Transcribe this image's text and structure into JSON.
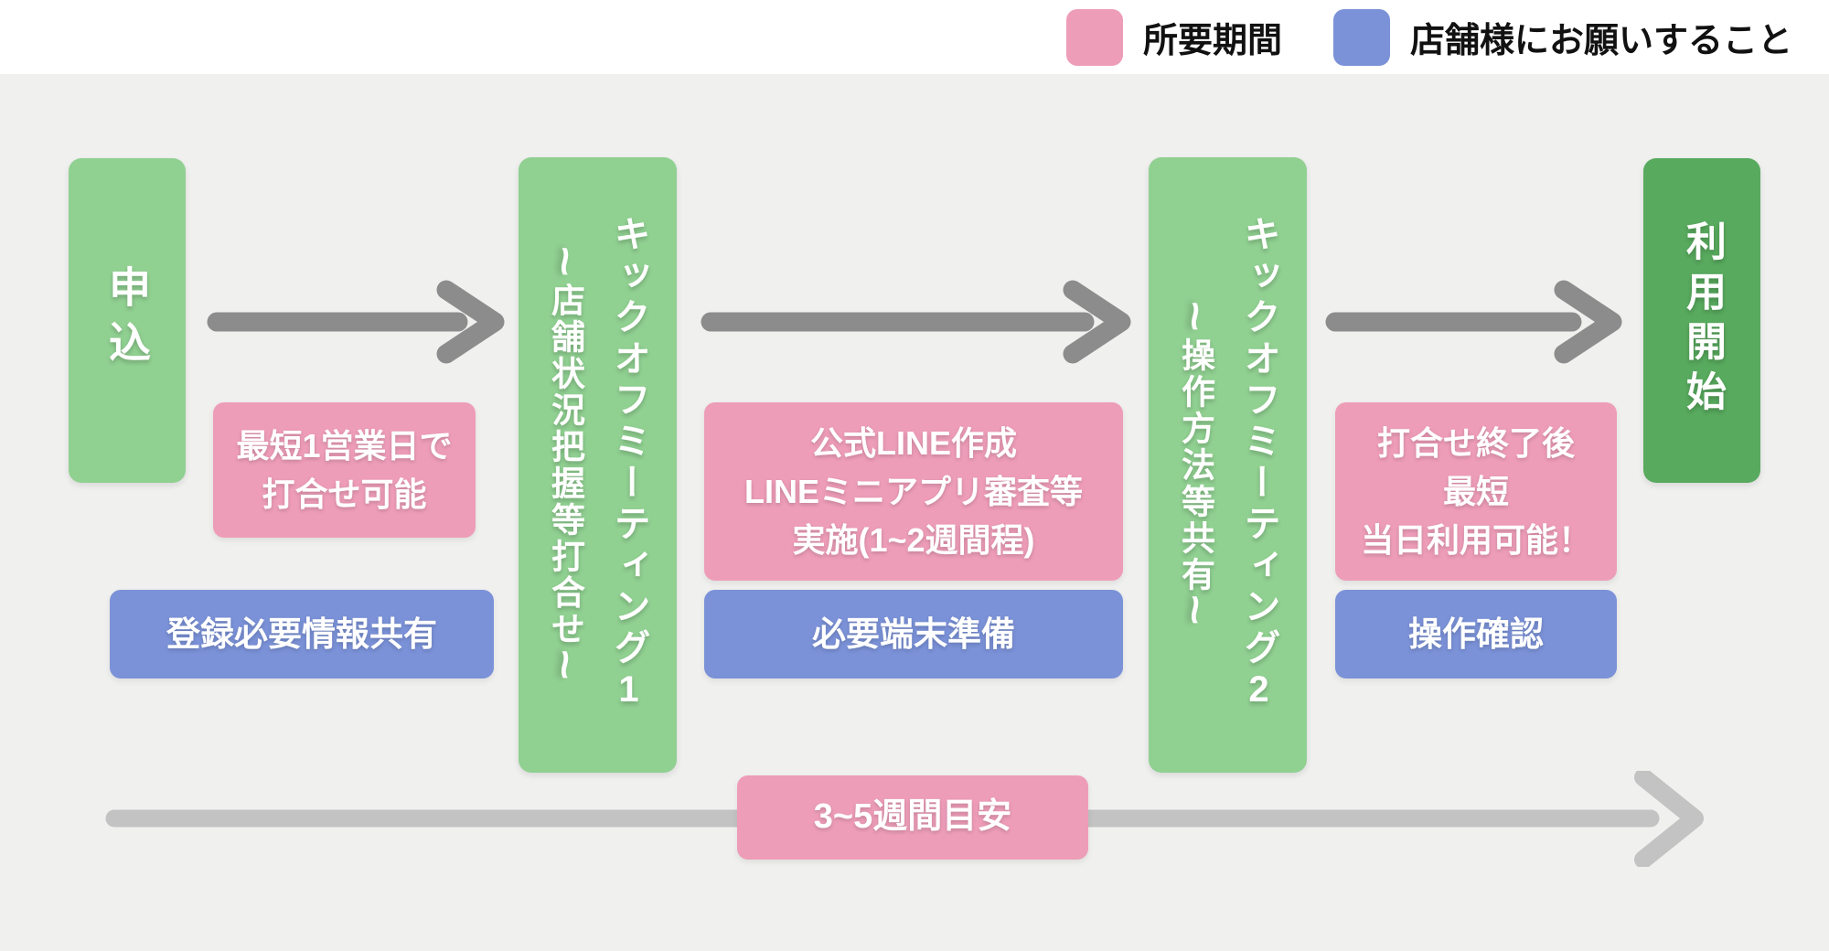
{
  "legend": {
    "duration_label": "所要期間",
    "request_label": "店舗様にお願いすること"
  },
  "steps": {
    "apply": {
      "label": "申込"
    },
    "kickoff1": {
      "title": "キックオフミーティング1",
      "tilde_open": "~",
      "subtitle": "店舗状況把握等打合せ",
      "tilde_close": "~"
    },
    "kickoff2": {
      "title": "キックオフミーティング2",
      "tilde_open": "~",
      "subtitle": "操作方法等共有",
      "tilde_close": "~"
    },
    "start": {
      "label": "利用開始"
    }
  },
  "duration_notes": {
    "meeting1": "最短1営業日で\n打合せ可能",
    "line_setup": "公式LINE作成\nLINEミニアプリ審査等\n実施(1~2週間程)",
    "same_day": "打合せ終了後\n最短\n当日利用可能！",
    "overall_timeline": "3~5週間目安"
  },
  "store_tasks": {
    "task1": "登録必要情報共有",
    "task2": "必要端末準備",
    "task3": "操作確認"
  },
  "colors": {
    "duration_pink": "#ee9db9",
    "request_blue": "#7b92d8",
    "process_green_light": "#90d091",
    "process_green_dark": "#58aa5e",
    "step_arrow_gray": "#8c8c8c",
    "timeline_arrow_gray": "#c3c3c3",
    "background": "#f0f0ef",
    "header_bar": "#ffffff"
  }
}
